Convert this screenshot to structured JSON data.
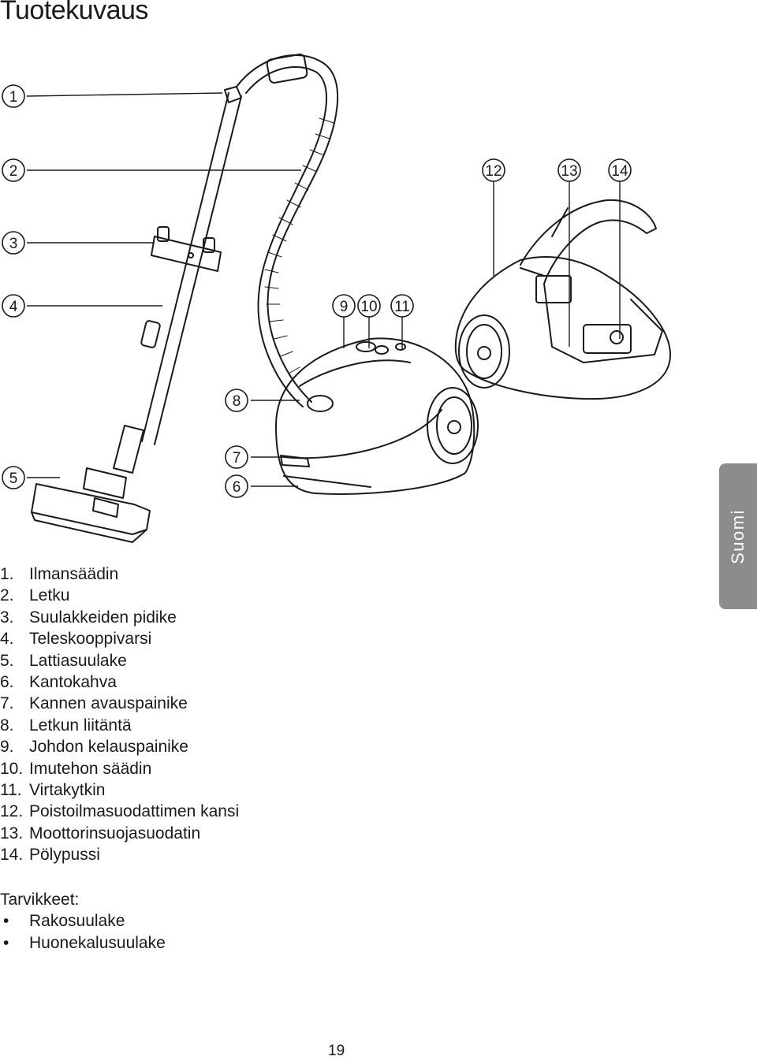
{
  "page": {
    "title": "Tuotekuvaus",
    "side_tab": "Suomi",
    "page_number": "19"
  },
  "figure": {
    "callouts": [
      "1",
      "2",
      "3",
      "4",
      "5",
      "6",
      "7",
      "8",
      "9",
      "10",
      "11",
      "12",
      "13",
      "14"
    ]
  },
  "parts": [
    {
      "num": "1.",
      "label": "Ilmansäädin"
    },
    {
      "num": "2.",
      "label": "Letku"
    },
    {
      "num": "3.",
      "label": "Suulakkeiden pidike"
    },
    {
      "num": "4.",
      "label": "Teleskooppivarsi"
    },
    {
      "num": "5.",
      "label": "Lattiasuulake"
    },
    {
      "num": "6.",
      "label": "Kantokahva"
    },
    {
      "num": "7.",
      "label": "Kannen avauspainike"
    },
    {
      "num": "8.",
      "label": "Letkun liitäntä"
    },
    {
      "num": "9.",
      "label": "Johdon kelauspainike"
    },
    {
      "num": "10.",
      "label": "Imutehon säädin"
    },
    {
      "num": "11.",
      "label": "Virtakytkin"
    },
    {
      "num": "12.",
      "label": "Poistoilmasuodattimen kansi"
    },
    {
      "num": "13.",
      "label": "Moottorinsuojasuodatin"
    },
    {
      "num": "14.",
      "label": "Pölypussi"
    }
  ],
  "accessories": {
    "title": "Tarvikkeet:",
    "bullet": "•",
    "items": [
      "Rakosuulake",
      "Huonekalusuulake"
    ]
  }
}
